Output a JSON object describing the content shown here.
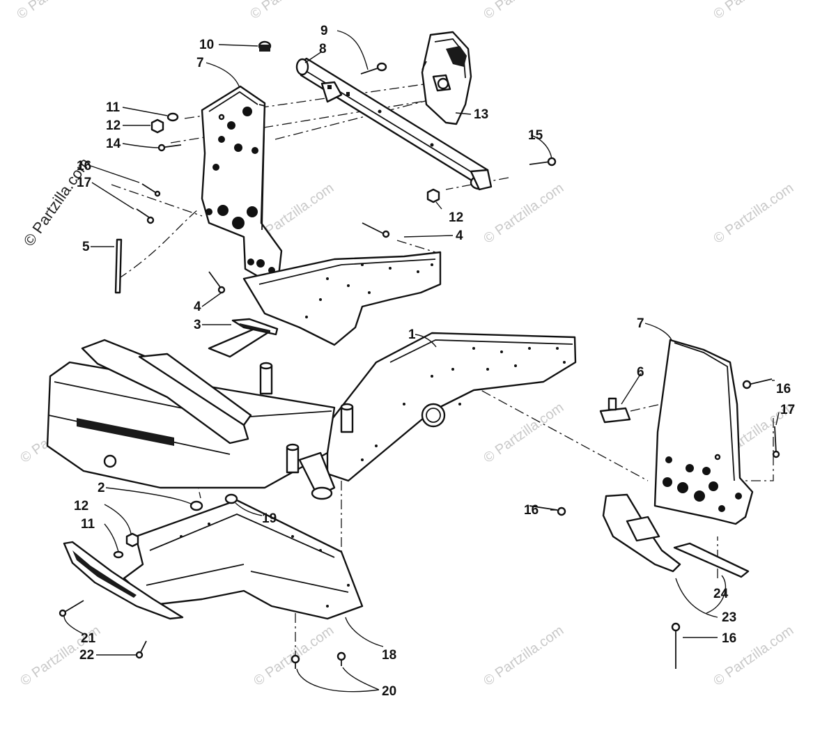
{
  "diagram": {
    "watermark_text": "© Partzilla.com",
    "callouts": {
      "c1": "1",
      "c2": "2",
      "c3": "3",
      "c4a": "4",
      "c4b": "4",
      "c5": "5",
      "c6": "6",
      "c7a": "7",
      "c7b": "7",
      "c8": "8",
      "c9": "9",
      "c10": "10",
      "c11a": "11",
      "c11b": "11",
      "c12a": "12",
      "c12b": "12",
      "c12c": "12",
      "c13": "13",
      "c14": "14",
      "c15": "15",
      "c16a": "16",
      "c16b": "16",
      "c16c": "16",
      "c16d": "16",
      "c17a": "17",
      "c17b": "17",
      "c18": "18",
      "c19": "19",
      "c20": "20",
      "c21": "21",
      "c22": "22",
      "c23": "23",
      "c24": "24"
    }
  }
}
